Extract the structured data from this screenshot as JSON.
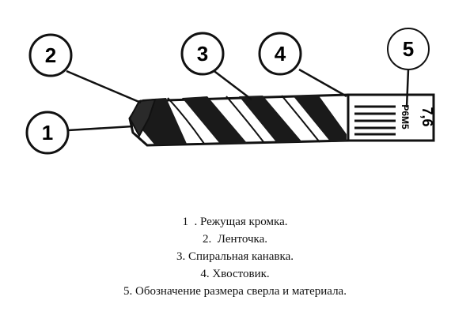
{
  "callouts": [
    {
      "id": "1",
      "label": "1"
    },
    {
      "id": "2",
      "label": "2"
    },
    {
      "id": "3",
      "label": "3"
    },
    {
      "id": "4",
      "label": "4"
    },
    {
      "id": "5",
      "label": "5"
    }
  ],
  "shank_marking": {
    "size": "7,6",
    "material": "P6M5"
  },
  "legend": [
    "1  . Режущая кромка.",
    "2.  Ленточка.",
    "3. Спиральная канавка.",
    "4. Хвостовик.",
    "5. Обозначение размера сверла и материала."
  ]
}
